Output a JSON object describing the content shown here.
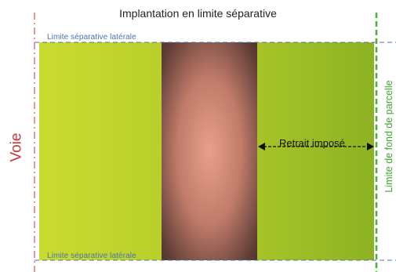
{
  "diagram": {
    "title": "Implantation en limite séparative",
    "lateral_top_label": "Limite séparative latérale",
    "lateral_bottom_label": "Limite séparative latérale",
    "road_label": "Voie",
    "back_boundary_label": "Limite de fond de parcelle",
    "setback_label": "Retrait imposé",
    "colors": {
      "plot_green_left": "#c6d82c",
      "plot_green_right": "#8fb423",
      "building_center": "#e29b84",
      "building_edge": "#4a302c",
      "road_line": "#d9534f",
      "back_line": "#4caf3c",
      "lateral_line": "#4a73b0"
    }
  }
}
